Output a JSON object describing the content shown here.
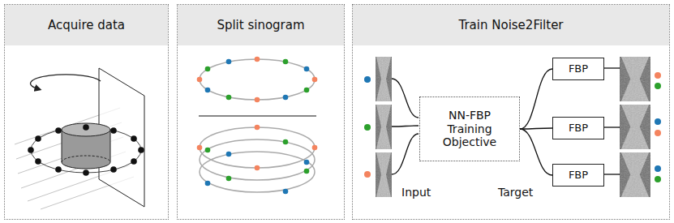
{
  "diagram": {
    "nodes": [
      {
        "text": [
          "Acquire data"
        ]
      },
      {
        "text": [
          "Split sinogram"
        ]
      },
      {
        "text": [
          "Train Noise2Filter"
        ]
      },
      {
        "text": [
          "NN-FBP Training Objective"
        ],
        "in": 2
      },
      {
        "text": [
          "FBP"
        ],
        "in": 2
      },
      {
        "text": [
          "FBP"
        ],
        "in": 2
      },
      {
        "text": [
          "FBP"
        ],
        "in": 2
      }
    ],
    "edges": [
      {
        "from": 3,
        "to": 4,
        "arrow": "none"
      },
      {
        "from": 3,
        "to": 5,
        "arrow": "none"
      },
      {
        "from": 3,
        "to": 6,
        "arrow": "none"
      }
    ],
    "labels": [
      "Input",
      "Target"
    ]
  }
}
